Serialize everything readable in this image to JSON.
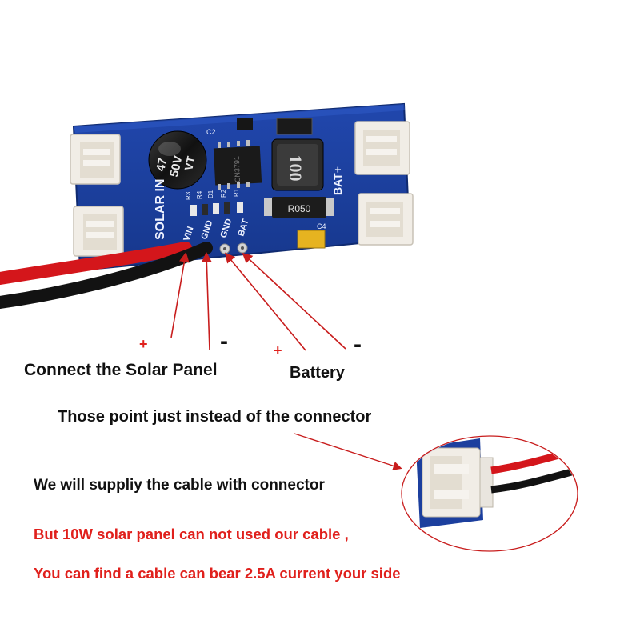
{
  "board": {
    "silkscreen": {
      "solar_in": "SOLAR IN",
      "bat": "BAT+",
      "pad_vin": "VIN",
      "pad_gnd1": "GND",
      "pad_gnd2": "GND",
      "pad_bat": "BAT",
      "cap_value": "47",
      "cap_voltage": "50V",
      "cap_series": "VT",
      "inductor": "100",
      "resistor": "R050",
      "ic": "CN3791",
      "c2": "C2",
      "c4": "C4",
      "led_labels": [
        "R3",
        "R4",
        "D1",
        "R2",
        "R1"
      ]
    }
  },
  "annotations": {
    "solar_plus": "+",
    "solar_minus": "-",
    "battery_plus": "+",
    "battery_minus": "-",
    "solar_label": "Connect the Solar Panel",
    "battery_label": "Battery",
    "points_note": "Those point just instead of the connector",
    "cable_note": "We will suppliy the cable with connector",
    "warning_1": "But 10W solar panel can not used our cable ,",
    "warning_2": "You can find a cable can bear 2.5A current your side"
  },
  "colors": {
    "pcb": "#1c3f9e",
    "connector": "#f1ede6",
    "arrow": "#c81d1d",
    "warning_text": "#e0201c",
    "wire_red": "#d4161b",
    "wire_black": "#121212"
  }
}
